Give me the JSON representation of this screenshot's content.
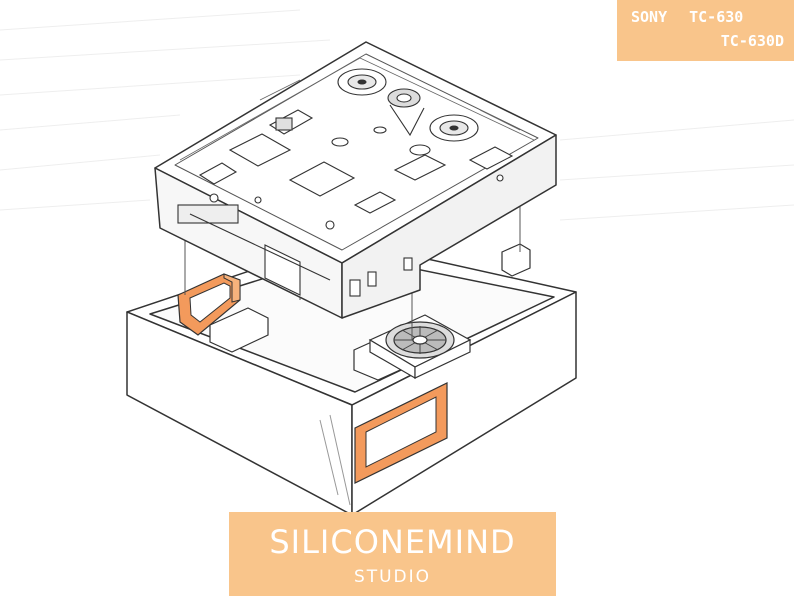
{
  "model_badge": {
    "brand": "SONY",
    "model_1": "TC-630",
    "model_2": "TC-630D"
  },
  "banner": {
    "name": "SILICONEMIND",
    "subtitle": "STUDIO"
  },
  "colors": {
    "accent": "#f9c58b",
    "gasket": "#f39a5c",
    "line": "#333333"
  }
}
